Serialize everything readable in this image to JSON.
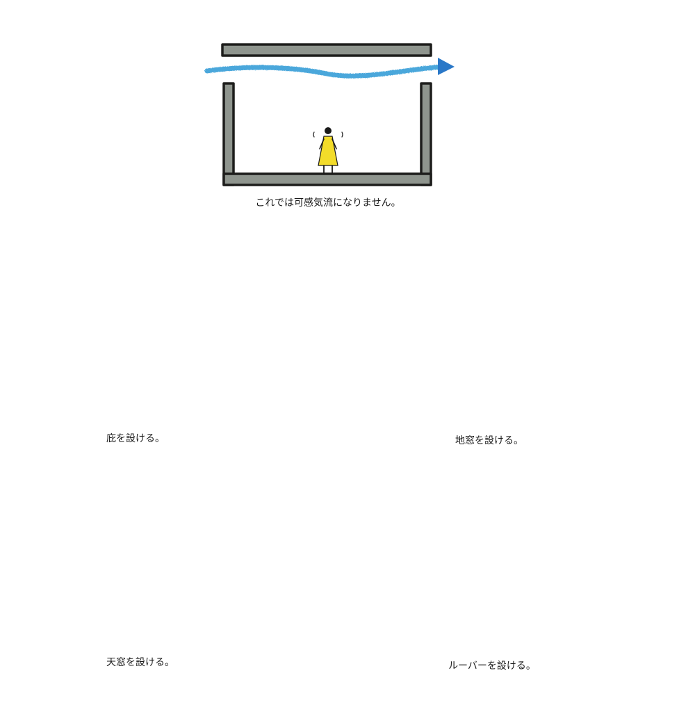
{
  "colors": {
    "wall_fill": "#8f958e",
    "wall_outline": "#1d1d1b",
    "airflow": "#3aa0d8",
    "arrow_head": "#2a78c8",
    "down_triangle": "#c8402e",
    "person_yellow": "#f3dc2a",
    "person_navy": "#27467f",
    "person_teal": "#86cfd8",
    "person_steel": "#3d73a0",
    "person_green": "#7ab35e"
  },
  "panels": {
    "top": {
      "caption": "これでは可感気流になりません。",
      "icon": "closed-room-airflow-over-roof"
    },
    "eaves": {
      "caption": "庇を設ける。",
      "icon": "eaves-airflow"
    },
    "ground_window": {
      "caption": "地窓を設ける。",
      "icon": "ground-window-airflow"
    },
    "skylight": {
      "caption": "天窓を設ける。",
      "icon": "skylight-airflow"
    },
    "louver": {
      "caption": "ルーバーを設ける。",
      "icon": "louver-airflow"
    }
  },
  "decoration": {
    "icon": "botanical-sketches-and-cat-icon"
  },
  "transition": {
    "icon": "down-triangle-icon"
  }
}
